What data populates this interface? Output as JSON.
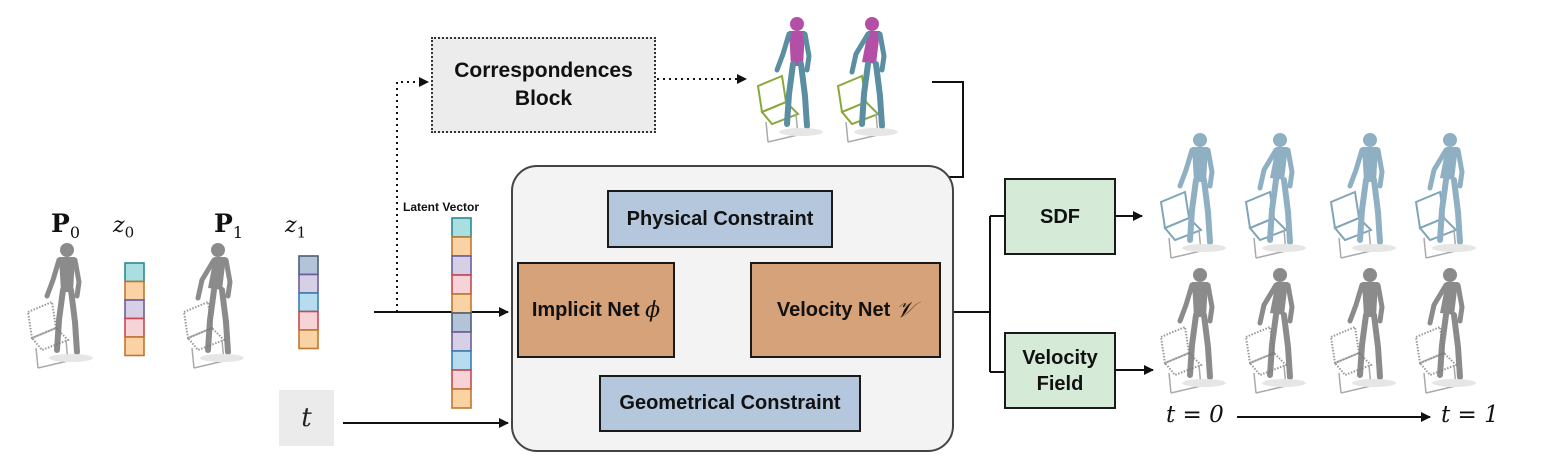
{
  "inputs": {
    "p0_base": "P",
    "p0_sub": "0",
    "z0_base": "z",
    "z0_sub": "0",
    "p1_base": "P",
    "p1_sub": "1",
    "z1_base": "z",
    "z1_sub": "1",
    "t_symbol": "t"
  },
  "latent_vector_label": "Latent Vector",
  "correspondences_block": {
    "line1": "Correspondences",
    "line2": "Block"
  },
  "main_block": {
    "physical_constraint": "Physical Constraint",
    "implicit_net": "Implicit Net",
    "implicit_net_symbol": "ϕ",
    "velocity_net": "Velocity Net",
    "velocity_net_symbol": "𝒱",
    "geometrical_constraint": "Geometrical Constraint"
  },
  "outputs": {
    "sdf": "SDF",
    "velocity_field_line1": "Velocity",
    "velocity_field_line2": "Field"
  },
  "timeline": {
    "start": "t = 0",
    "end": "t = 1"
  },
  "colors": {
    "cyan": "#a9dfe0",
    "orange": "#f9d3a4",
    "purple": "#d6cfe6",
    "pink": "#f6d3d7",
    "blue": "#b6dcef",
    "slate": "#b3c4d8",
    "cyan_border": "#2a8a92",
    "orange_border": "#c0782f",
    "purple_border": "#6a5d9a",
    "pink_border": "#c8494f",
    "blue_border": "#3a7fb0",
    "slate_border": "#4a5f78",
    "mesh_blue": "#8fb0c2",
    "mesh_pink": "#b44fa8",
    "mesh_dark": "#333333"
  },
  "z0_blocks": [
    "cyan",
    "orange",
    "purple",
    "pink",
    "orange"
  ],
  "z1_blocks": [
    "slate",
    "purple",
    "blue",
    "pink",
    "orange"
  ],
  "latent_blocks": [
    "cyan",
    "orange",
    "purple",
    "pink",
    "orange",
    "slate",
    "purple",
    "blue",
    "pink",
    "orange"
  ]
}
